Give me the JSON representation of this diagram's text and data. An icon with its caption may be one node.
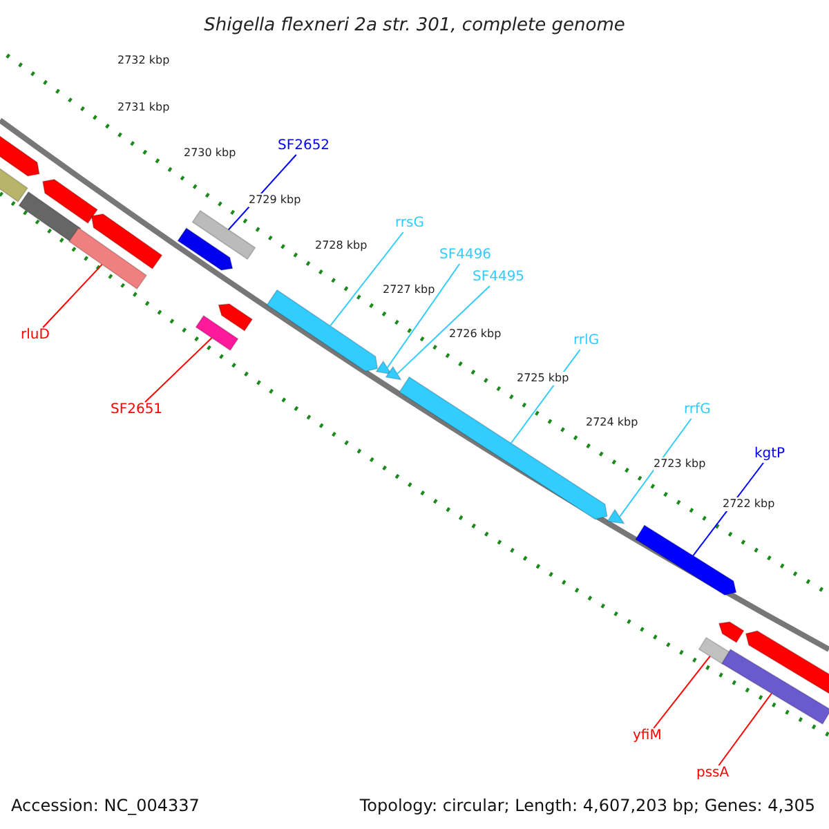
{
  "diagram": {
    "title": "Shigella flexneri 2a str. 301, complete genome",
    "nodes": [
      {
        "text": [],
        "shape": "bar"
      },
      {
        "text": [],
        "shape": "bar"
      },
      {
        "text": [],
        "shape": "bar"
      },
      {
        "text": [],
        "shape": "bar"
      },
      {
        "text": [],
        "shape": "bar"
      },
      {
        "text": [],
        "shape": "bar"
      },
      {
        "text": [],
        "shape": "bar"
      },
      {
        "text": [],
        "shape": "bar"
      },
      {
        "text": [],
        "shape": "bar"
      },
      {
        "text": [],
        "shape": "bar"
      },
      {
        "text": [],
        "shape": "bar"
      },
      {
        "text": [],
        "shape": "triangle"
      },
      {
        "text": [],
        "shape": "triangle"
      },
      {
        "text": [],
        "shape": "bar"
      },
      {
        "text": [],
        "shape": "triangle"
      },
      {
        "text": [],
        "shape": "bar"
      },
      {
        "text": [],
        "shape": "bar"
      },
      {
        "text": [],
        "shape": "bar"
      },
      {
        "text": [],
        "shape": "bar"
      },
      {
        "text": [],
        "shape": "bar"
      },
      {
        "text": [
          "SF2652"
        ]
      },
      {
        "text": [
          "rrsG"
        ]
      },
      {
        "text": [
          "SF4496"
        ]
      },
      {
        "text": [
          "SF4495"
        ]
      },
      {
        "text": [
          "rrlG"
        ]
      },
      {
        "text": [
          "rrfG"
        ]
      },
      {
        "text": [
          "kgtP"
        ]
      },
      {
        "text": [
          "rluD"
        ]
      },
      {
        "text": [
          "SF2651"
        ]
      },
      {
        "text": [
          "yfiM"
        ]
      },
      {
        "text": [
          "pssA"
        ]
      }
    ],
    "edges": [
      {
        "from": 20,
        "to": 7,
        "arrow": "none",
        "color": "#0000ff"
      },
      {
        "from": 21,
        "to": 10,
        "arrow": "none"
      },
      {
        "from": 22,
        "to": 11,
        "arrow": "none"
      },
      {
        "from": 23,
        "to": 12,
        "arrow": "none"
      },
      {
        "from": 24,
        "to": 13,
        "arrow": "none"
      },
      {
        "from": 25,
        "to": 14,
        "arrow": "none"
      },
      {
        "from": 26,
        "to": 15,
        "arrow": "none",
        "color": "#0000ff"
      },
      {
        "from": 27,
        "to": 4,
        "arrow": "none",
        "color": "#ff0000"
      },
      {
        "from": 28,
        "to": 8,
        "arrow": "none",
        "color": "#ff0000"
      },
      {
        "from": 29,
        "to": 16,
        "arrow": "none",
        "color": "#ff0000"
      },
      {
        "from": 30,
        "to": 18,
        "arrow": "none",
        "color": "#ff0000"
      }
    ],
    "labels": [
      "2732 kbp",
      "2731 kbp",
      "2730 kbp",
      "2729 kbp",
      "2728 kbp",
      "2727 kbp",
      "2726 kbp",
      "2725 kbp",
      "2724 kbp",
      "2723 kbp",
      "2722 kbp",
      "Accession: NC_004337",
      "Topology: circular; Length: 4,607,203 bp; Genes: 4,305"
    ]
  }
}
